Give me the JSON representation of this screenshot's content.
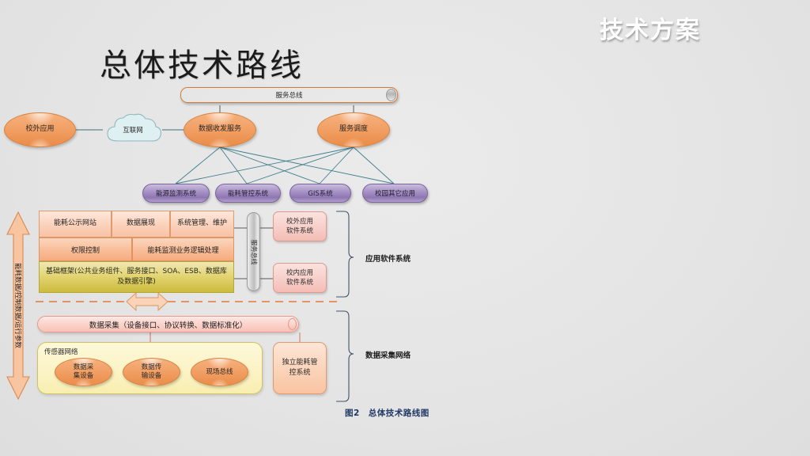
{
  "header": {
    "label": "技术方案"
  },
  "title": "总体技术路线",
  "caption": "图2　总体技术路线图",
  "colors": {
    "background": "#e6e6e6",
    "orange": "#ea8c48",
    "purple": "#8f76b2",
    "pink": "#f3bcb4",
    "olive": "#cbbb3e",
    "sensor_yellow": "#fbf3c4",
    "wire_teal": "#3f7f8c",
    "caption_navy": "#1f3864"
  },
  "top_layer": {
    "service_bus": "服务总线",
    "external_app": "校外应用",
    "internet": "互联网",
    "data_service": "数据收发服务",
    "service_dispatch": "服务调度"
  },
  "subsystems": [
    {
      "label": "能源监测系统"
    },
    {
      "label": "能耗管控系统"
    },
    {
      "label": "GIS系统"
    },
    {
      "label": "校园其它应用"
    }
  ],
  "app_software": {
    "row1": [
      {
        "label": "能耗公示网站"
      },
      {
        "label": "数据展现"
      },
      {
        "label": "系统管理、维护"
      }
    ],
    "row2": [
      {
        "label": "权限控制"
      },
      {
        "label": "能耗监测业务逻辑处理"
      }
    ],
    "foundation": "基础框架(公共业务组件、服务接口、SOA、ESB、数据库及数据引擎)",
    "bus_vertical": "服务总线",
    "side_boxes": [
      {
        "line1": "校外应用",
        "line2": "软件系统"
      },
      {
        "line1": "校内应用",
        "line2": "软件系统"
      }
    ]
  },
  "data_layer": {
    "collection": "数据采集（设备接口、协议转换、数据标准化）",
    "sensor_network_title": "传感器网络",
    "sensor_nodes": [
      {
        "line1": "数据采",
        "line2": "集设备"
      },
      {
        "line1": "数据传",
        "line2": "输设备"
      },
      {
        "line1": "现场总线",
        "line2": ""
      }
    ],
    "independent_system": {
      "line1": "独立能耗管",
      "line2": "控系统"
    }
  },
  "brackets": [
    {
      "label": "应用软件系统"
    },
    {
      "label": "数据采集网络"
    }
  ],
  "left_arrow": {
    "label": "能耗数据/控制数据/运行参数"
  }
}
